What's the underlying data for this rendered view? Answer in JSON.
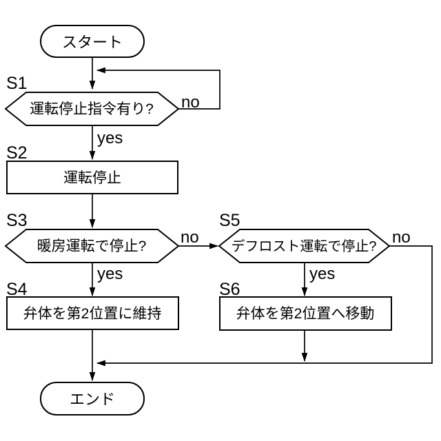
{
  "flowchart": {
    "start": {
      "label": "スタート"
    },
    "end": {
      "label": "エンド"
    },
    "steps": {
      "s1": {
        "id": "S1",
        "label": "運転停止指令有り?"
      },
      "s2": {
        "id": "S2",
        "label": "運転停止"
      },
      "s3": {
        "id": "S3",
        "label": "暖房運転で停止?"
      },
      "s4": {
        "id": "S4",
        "label": "弁体を第2位置に維持"
      },
      "s5": {
        "id": "S5",
        "label": "デフロスト運転で停止?"
      },
      "s6": {
        "id": "S6",
        "label": "弁体を第2位置へ移動"
      }
    },
    "branch_labels": {
      "yes": "yes",
      "no": "no"
    },
    "colors": {
      "stroke": "#000000",
      "background": "#ffffff"
    }
  }
}
